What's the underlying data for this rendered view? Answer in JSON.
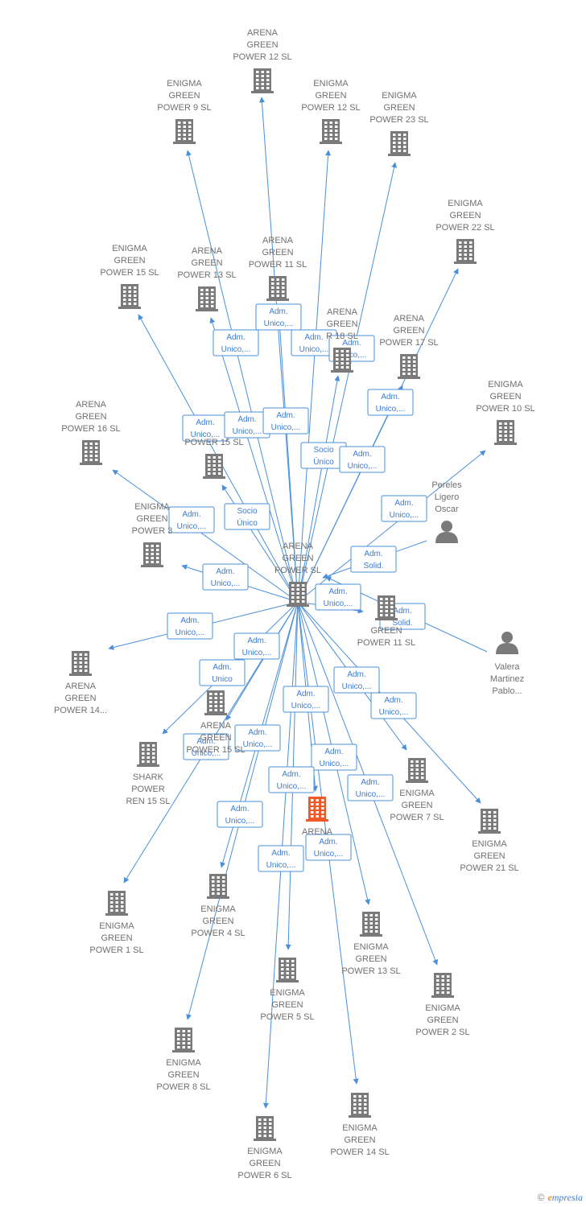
{
  "colors": {
    "edge": "#4a90d9",
    "company": "#7a7a7a",
    "highlight": "#f05a2a",
    "person": "#7a7a7a",
    "label": "#707070"
  },
  "footer": {
    "copyright": "©",
    "brand_initial": "e",
    "brand_rest": "mpresia"
  },
  "nodes": [
    {
      "id": "center",
      "kind": "company",
      "icon": "building-icon",
      "lines": [
        "ARENA",
        "GREEN",
        "POWER SL"
      ]
    },
    {
      "id": "n1",
      "kind": "company",
      "icon": "building-icon",
      "lines": [
        "ARENA",
        "GREEN",
        "POWER 12 SL"
      ]
    },
    {
      "id": "n2",
      "kind": "company",
      "icon": "building-icon",
      "lines": [
        "ENIGMA",
        "GREEN",
        "POWER 9 SL"
      ]
    },
    {
      "id": "n3",
      "kind": "company",
      "icon": "building-icon",
      "lines": [
        "ENIGMA",
        "GREEN",
        "POWER 12 SL"
      ]
    },
    {
      "id": "n4",
      "kind": "company",
      "icon": "building-icon",
      "lines": [
        "ENIGMA",
        "GREEN",
        "POWER 23 SL"
      ]
    },
    {
      "id": "n5",
      "kind": "company",
      "icon": "building-icon",
      "lines": [
        "ENIGMA",
        "GREEN",
        "POWER 22 SL"
      ]
    },
    {
      "id": "n6",
      "kind": "company",
      "icon": "building-icon",
      "lines": [
        "ENIGMA",
        "GREEN",
        "POWER 15 SL"
      ]
    },
    {
      "id": "n7",
      "kind": "company",
      "icon": "building-icon",
      "lines": [
        "ARENA",
        "GREEN",
        "POWER 13 SL"
      ]
    },
    {
      "id": "n8",
      "kind": "company",
      "icon": "building-icon",
      "lines": [
        "ARENA",
        "GREEN",
        "POWER 11 SL"
      ]
    },
    {
      "id": "n9",
      "kind": "company",
      "icon": "building-icon",
      "lines": [
        "ARENA",
        "GREEN",
        "R 18 SL"
      ]
    },
    {
      "id": "n10",
      "kind": "company",
      "icon": "building-icon",
      "lines": [
        "ARENA",
        "GREEN",
        "POWER 17 SL"
      ]
    },
    {
      "id": "n11",
      "kind": "company",
      "icon": "building-icon",
      "lines": [
        "ENIGMA",
        "GREEN",
        "POWER 10 SL"
      ]
    },
    {
      "id": "n12",
      "kind": "company",
      "icon": "building-icon",
      "lines": [
        "ARENA",
        "GREEN",
        "POWER 16 SL"
      ]
    },
    {
      "id": "n13",
      "kind": "company",
      "icon": "building-icon",
      "lines": [
        "POWER 15 SL"
      ]
    },
    {
      "id": "n14",
      "kind": "company",
      "icon": "building-icon",
      "lines": [
        "ENIGMA",
        "GREEN",
        "POWER 3"
      ]
    },
    {
      "id": "n15",
      "kind": "person",
      "icon": "person-icon",
      "lines": [
        "Pereles",
        "Ligero",
        "Oscar"
      ]
    },
    {
      "id": "n16",
      "kind": "company",
      "icon": "building-icon",
      "lines": [
        "GREEN",
        "POWER 11 SL"
      ]
    },
    {
      "id": "n17",
      "kind": "person",
      "icon": "person-icon",
      "lines": [
        "Valera",
        "Martinez",
        "Pablo..."
      ]
    },
    {
      "id": "n18",
      "kind": "company",
      "icon": "building-icon",
      "lines": [
        "ARENA",
        "GREEN",
        "POWER 14..."
      ]
    },
    {
      "id": "n19",
      "kind": "company",
      "icon": "building-icon",
      "lines": [
        "ARENA",
        "GREEN",
        "POWER 15 SL"
      ]
    },
    {
      "id": "n20",
      "kind": "company",
      "icon": "building-icon",
      "lines": [
        "SHARK",
        "POWER",
        "REN 15 SL"
      ]
    },
    {
      "id": "n21",
      "kind": "company",
      "icon": "building-icon",
      "lines": [
        "ENIGMA",
        "GREEN",
        "POWER 7 SL"
      ]
    },
    {
      "id": "n22",
      "kind": "company",
      "icon": "building-icon",
      "lines": [
        "ENIGMA",
        "GREEN",
        "POWER 21 SL"
      ]
    },
    {
      "id": "n23",
      "kind": "company",
      "icon": "building-icon",
      "highlight": true,
      "lines": [
        "ARENA"
      ]
    },
    {
      "id": "n24",
      "kind": "company",
      "icon": "building-icon",
      "lines": [
        "ENIGMA",
        "GREEN",
        "POWER 1 SL"
      ]
    },
    {
      "id": "n25",
      "kind": "company",
      "icon": "building-icon",
      "lines": [
        "ENIGMA",
        "GREEN",
        "POWER 4 SL"
      ]
    },
    {
      "id": "n26",
      "kind": "company",
      "icon": "building-icon",
      "lines": [
        "ENIGMA",
        "GREEN",
        "POWER 13 SL"
      ]
    },
    {
      "id": "n27",
      "kind": "company",
      "icon": "building-icon",
      "lines": [
        "ENIGMA",
        "GREEN",
        "POWER 5 SL"
      ]
    },
    {
      "id": "n28",
      "kind": "company",
      "icon": "building-icon",
      "lines": [
        "ENIGMA",
        "GREEN",
        "POWER 2 SL"
      ]
    },
    {
      "id": "n29",
      "kind": "company",
      "icon": "building-icon",
      "lines": [
        "ENIGMA",
        "GREEN",
        "POWER 8 SL"
      ]
    },
    {
      "id": "n30",
      "kind": "company",
      "icon": "building-icon",
      "lines": [
        "ENIGMA",
        "GREEN",
        "POWER 14 SL"
      ]
    },
    {
      "id": "n31",
      "kind": "company",
      "icon": "building-icon",
      "lines": [
        "ENIGMA",
        "GREEN",
        "POWER 6 SL"
      ]
    }
  ],
  "edges": [
    {
      "from": "center",
      "to": "n1",
      "label": [
        "Adm.",
        "Unico,..."
      ]
    },
    {
      "from": "center",
      "to": "n2",
      "label": [
        "Adm.",
        "Unico,..."
      ]
    },
    {
      "from": "center",
      "to": "n3",
      "label": [
        "Adm.",
        "Unico,..."
      ]
    },
    {
      "from": "center",
      "to": "n4",
      "label": [
        "Adm.",
        "Unico,..."
      ]
    },
    {
      "from": "center",
      "to": "n5",
      "label": [
        "Adm.",
        "Unico,..."
      ]
    },
    {
      "from": "center",
      "to": "n6",
      "label": [
        "Adm.",
        "Unico,..."
      ]
    },
    {
      "from": "center",
      "to": "n7",
      "label": [
        "Adm.",
        "Unico,..."
      ]
    },
    {
      "from": "center",
      "to": "n8",
      "label": [
        "Adm.",
        "Unico,..."
      ]
    },
    {
      "from": "center",
      "to": "n9",
      "label": [
        "Socio",
        "Único"
      ]
    },
    {
      "from": "center",
      "to": "n10",
      "label": [
        "Adm.",
        "Unico,..."
      ]
    },
    {
      "from": "center",
      "to": "n11",
      "label": [
        "Adm.",
        "Unico,..."
      ]
    },
    {
      "from": "center",
      "to": "n12",
      "label": [
        "Adm.",
        "Unico,..."
      ]
    },
    {
      "from": "center",
      "to": "n13",
      "label": [
        "Socio",
        "Único"
      ]
    },
    {
      "from": "center",
      "to": "n14",
      "label": [
        "Adm.",
        "Unico,..."
      ]
    },
    {
      "from": "n15",
      "to": "center",
      "label": [
        "Adm.",
        "Solid."
      ]
    },
    {
      "from": "center",
      "to": "n16",
      "label": [
        "Adm.",
        "Unico,..."
      ]
    },
    {
      "from": "n17",
      "to": "center",
      "label": [
        "Adm.",
        "Solid."
      ]
    },
    {
      "from": "center",
      "to": "n18",
      "label": [
        "Adm.",
        "Unico,..."
      ]
    },
    {
      "from": "center",
      "to": "n19",
      "label": [
        "Adm.",
        "Unico,..."
      ]
    },
    {
      "from": "center",
      "to": "n20",
      "label": [
        "Adm.",
        "Unico"
      ]
    },
    {
      "from": "center",
      "to": "n21",
      "label": [
        "Adm.",
        "Unico,..."
      ]
    },
    {
      "from": "center",
      "to": "n22",
      "label": [
        "Adm.",
        "Unico,..."
      ]
    },
    {
      "from": "center",
      "to": "n23",
      "label": [
        "Adm.",
        "Unico,..."
      ]
    },
    {
      "from": "center",
      "to": "n24",
      "label": [
        "Adm.",
        "Unico,..."
      ]
    },
    {
      "from": "center",
      "to": "n25",
      "label": [
        "Adm.",
        "Unico,..."
      ]
    },
    {
      "from": "center",
      "to": "n26",
      "label": [
        "Adm.",
        "Unico,..."
      ]
    },
    {
      "from": "center",
      "to": "n27",
      "label": [
        "Adm.",
        "Unico,..."
      ]
    },
    {
      "from": "center",
      "to": "n28",
      "label": [
        "Adm.",
        "Unico,..."
      ]
    },
    {
      "from": "center",
      "to": "n29",
      "label": [
        "Adm.",
        "Unico,..."
      ]
    },
    {
      "from": "center",
      "to": "n30",
      "label": [
        "Adm.",
        "Unico,..."
      ]
    },
    {
      "from": "center",
      "to": "n31",
      "label": [
        "Adm.",
        "Unico,..."
      ]
    }
  ]
}
